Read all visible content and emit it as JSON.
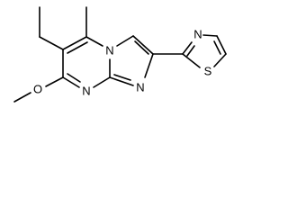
{
  "molecule": {
    "atoms": {
      "n_bridge": "N",
      "n_pyrimidine": "N",
      "n_imidazole": "N",
      "n_thiazole": "N",
      "s_thiazole": "S",
      "o_methoxy": "O"
    }
  }
}
